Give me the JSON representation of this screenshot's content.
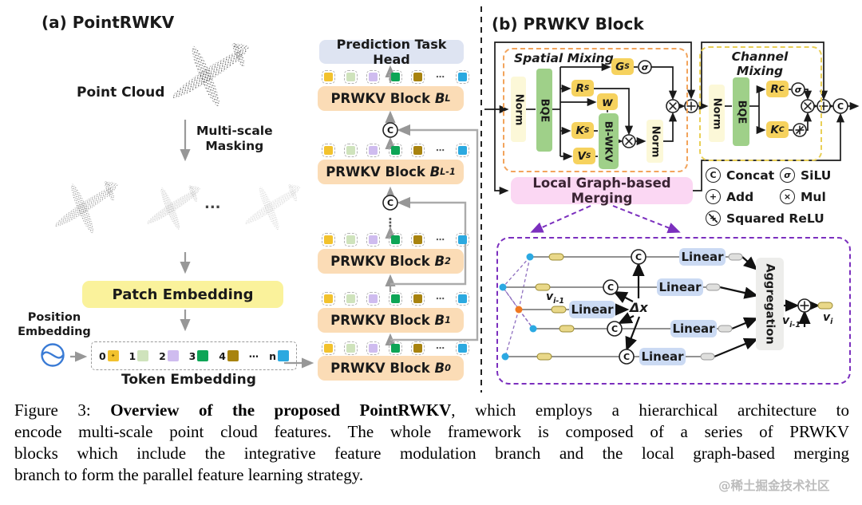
{
  "panel_a": {
    "title": "(a) PointRWKV",
    "point_cloud_label": "Point Cloud",
    "masking_label_line1": "Multi-scale",
    "masking_label_line2": "Masking",
    "masked_dots": "...",
    "patch_embedding_label": "Patch Embedding",
    "position_embedding_line1": "Position",
    "position_embedding_line2": "Embedding",
    "token_embedding_label": "Token Embedding",
    "token_ids": [
      "0",
      "1",
      "2",
      "3",
      "4",
      "⋯",
      "n"
    ],
    "token_star": "✦",
    "row_dots": "⋯",
    "vdots": "⋮",
    "concat_symbol": "C",
    "prediction_head_label": "Prediction Task Head",
    "block_name": "PRWKV Block",
    "block_var_base": "B",
    "block_subs": [
      "L",
      "L-1",
      "2",
      "1",
      "0"
    ],
    "token_colors": {
      "t0": "#F2C22E",
      "t1": "#CFE3BC",
      "t2": "#CFBCEF",
      "t3": "#0EA556",
      "t4": "#A8830F",
      "tn": "#2BA9E0"
    }
  },
  "panel_b": {
    "title": "(b) PRWKV Block",
    "spatial": {
      "label": "Spatial Mixing",
      "norm": "Norm",
      "bqe": "BQE",
      "norm2": "Norm",
      "g": {
        "base": "G",
        "sub": "S"
      },
      "r": {
        "base": "R",
        "sub": "S"
      },
      "w": "w",
      "k": {
        "base": "K",
        "sub": "S"
      },
      "v": {
        "base": "V",
        "sub": "S"
      },
      "biwkv": "Bi-WKV",
      "sigma": "σ"
    },
    "channel": {
      "label": "Channel Mixing",
      "norm": "Norm",
      "bqe": "BQE",
      "r": {
        "base": "R",
        "sub": "C"
      },
      "k": {
        "base": "K",
        "sub": "C"
      },
      "sigma": "σ"
    },
    "concat_symbol": "C",
    "merging_label": "Local Graph-based Merging",
    "legend": {
      "concat": {
        "symbol": "C",
        "label": "Concat"
      },
      "silu": {
        "symbol": "σ",
        "label": "SiLU"
      },
      "add": {
        "symbol": "+",
        "label": "Add"
      },
      "mul": {
        "symbol": "×",
        "label": "Mul"
      },
      "sqrelu": {
        "symbol": "+",
        "label": "Squared ReLU"
      }
    },
    "graph": {
      "linear_label": "Linear",
      "aggregation_label": "Aggregation",
      "delta_x": "Δx",
      "v_prev": {
        "base": "v",
        "sub": "i-1"
      },
      "v_out": {
        "base": "v",
        "sub": "i"
      }
    },
    "accent_colors": {
      "spatial_border": "#F2A45C",
      "channel_border": "#E9CF56",
      "merging_fill": "#FBD7F3",
      "detail_border": "#7B2FBE",
      "op_fill": "#F6D25E",
      "bqe_fill": "#9FD089",
      "linear_fill": "#CBDAF3"
    }
  },
  "caption": {
    "line1_prefix": "Figure 3: ",
    "line1_bold": "Overview of the proposed PointRWKV",
    "line1_rest": ", which employs a hierarchical architecture to",
    "line2": "encode multi-scale point cloud features. The whole framework is composed of a series of PRWKV",
    "line3": "blocks which include the integrative feature modulation branch and the local graph-based merging",
    "line4": "branch to form the parallel feature learning strategy."
  },
  "watermark": "@稀土掘金技术社区"
}
